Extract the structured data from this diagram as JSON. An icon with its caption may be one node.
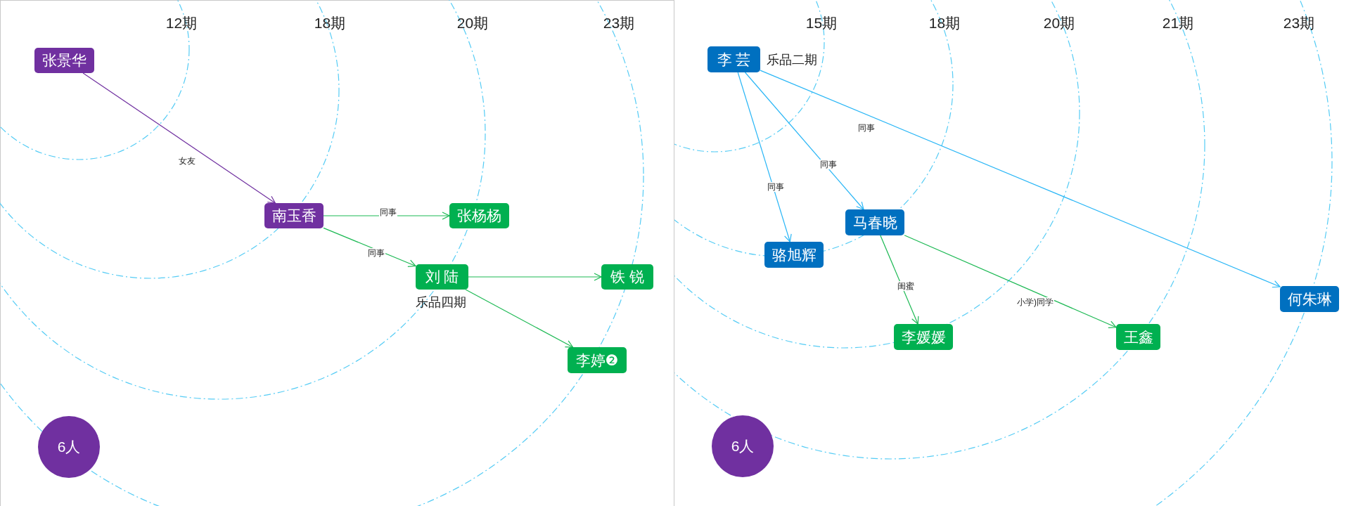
{
  "diagram": {
    "nodes": [
      {
        "text": [
          "张景华"
        ]
      },
      {
        "text": [
          "南玉香"
        ]
      },
      {
        "text": [
          "张杨杨"
        ]
      },
      {
        "text": [
          "刘 陆"
        ],
        "beside": [
          "乐品四期"
        ]
      },
      {
        "text": [
          "铁 锐"
        ]
      },
      {
        "text": [
          "李婷❷"
        ]
      },
      {
        "text": [
          "6人"
        ]
      },
      {
        "text": [
          "李 芸"
        ],
        "beside": [
          "乐品二期"
        ]
      },
      {
        "text": [
          "马春晓"
        ]
      },
      {
        "text": [
          "骆旭辉"
        ]
      },
      {
        "text": [
          "何朱琳"
        ]
      },
      {
        "text": [
          "李媛媛"
        ]
      },
      {
        "text": [
          "王鑫"
        ]
      },
      {
        "text": [
          "6人"
        ]
      }
    ],
    "edges": [
      {
        "from": 0,
        "to": 1,
        "arrow": "to",
        "label": "女友",
        "color": "#7030a0"
      },
      {
        "from": 1,
        "to": 2,
        "arrow": "to",
        "label": "同事"
      },
      {
        "from": 1,
        "to": 3,
        "arrow": "to",
        "label": "同事"
      },
      {
        "from": 3,
        "to": 4,
        "arrow": "to"
      },
      {
        "from": 3,
        "to": 5,
        "arrow": "to"
      },
      {
        "from": 7,
        "to": 10,
        "arrow": "to",
        "label": "同事",
        "color": "#29b6f6"
      },
      {
        "from": 7,
        "to": 8,
        "arrow": "to",
        "label": "同事",
        "color": "#29b6f6"
      },
      {
        "from": 7,
        "to": 9,
        "arrow": "to",
        "label": "同事",
        "color": "#29b6f6"
      },
      {
        "from": 8,
        "to": 11,
        "arrow": "to",
        "label": "闺蜜"
      },
      {
        "from": 8,
        "to": 12,
        "arrow": "to",
        "label": "小学)同学"
      }
    ],
    "labels": [
      "12期",
      "18期",
      "20期",
      "23期",
      "15期",
      "18期",
      "20期",
      "21期",
      "23期"
    ]
  }
}
